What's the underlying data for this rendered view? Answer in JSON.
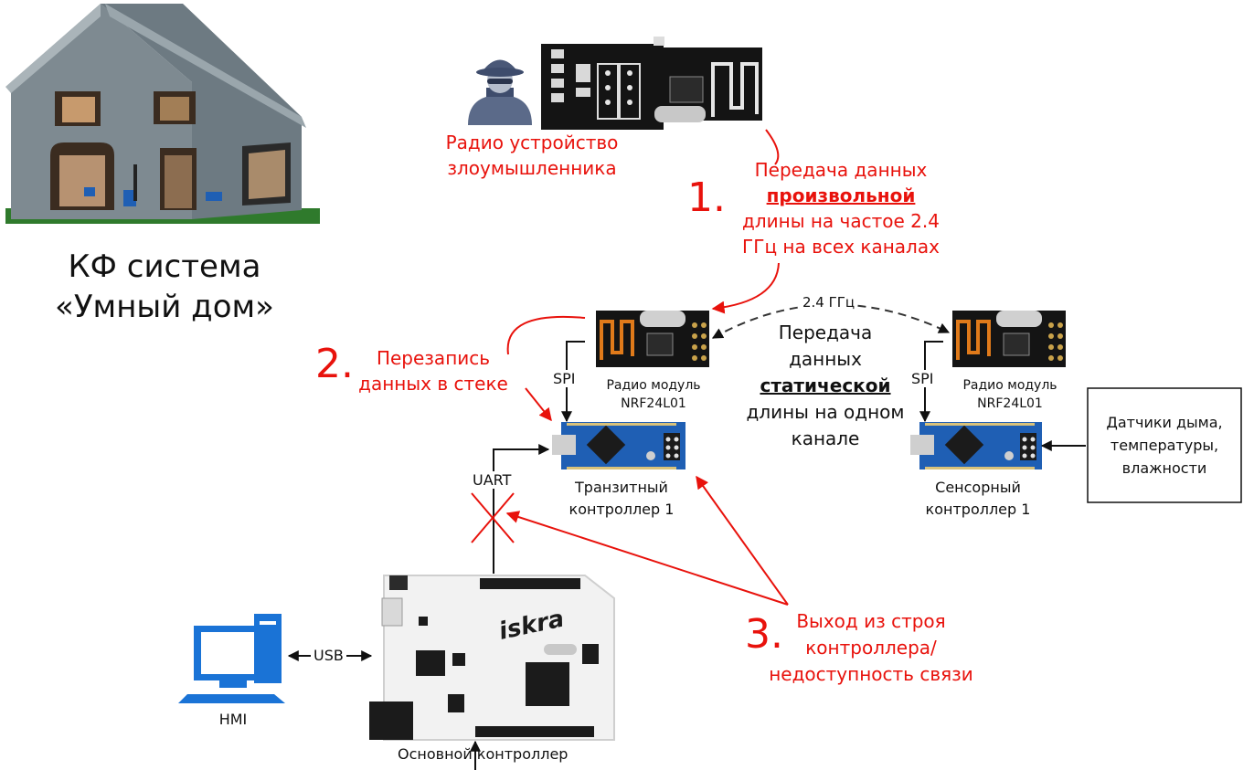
{
  "house_caption": {
    "line1": "КФ система",
    "line2": "«Умный дом»"
  },
  "attacker_caption": {
    "line1": "Радио устройство",
    "line2": "злоумышленника"
  },
  "step1": {
    "number": "1.",
    "line1": "Передача данных",
    "line2": "произвольной",
    "line3": "длины на частое 2.4",
    "line4": "ГГц на всех каналах"
  },
  "step2": {
    "number": "2.",
    "line1": "Перезапись",
    "line2": "данных в стеке"
  },
  "step3": {
    "number": "3.",
    "line1": "Выход из строя",
    "line2": "контроллера/",
    "line3": "недоступность связи"
  },
  "radio_link": {
    "freq": "2.4 ГГц",
    "line1": "Передача",
    "line2": "данных",
    "line3": "статической",
    "line4": "длины на одном",
    "line5": "канале"
  },
  "radio_module_left": {
    "line1": "Радио модуль",
    "line2": "NRF24L01"
  },
  "radio_module_right": {
    "line1": "Радио модуль",
    "line2": "NRF24L01"
  },
  "spi_left": "SPI",
  "spi_right": "SPI",
  "transit_controller": {
    "line1": "Транзитный",
    "line2": "контроллер 1"
  },
  "sensor_controller": {
    "line1": "Сенсорный",
    "line2": "контроллер 1"
  },
  "sensors_box": {
    "line1": "Датчики дыма,",
    "line2": "температуры,",
    "line3": "влажности"
  },
  "uart": "UART",
  "usb": "USB",
  "hmi": "HMI",
  "main_controller": "Основной контроллер",
  "board_brand": "iskra",
  "colors": {
    "attack_red": "#e8120c",
    "board_blue": "#1f5fb4",
    "pcb_black": "#141414",
    "monitor_blue": "#1a73d6"
  }
}
